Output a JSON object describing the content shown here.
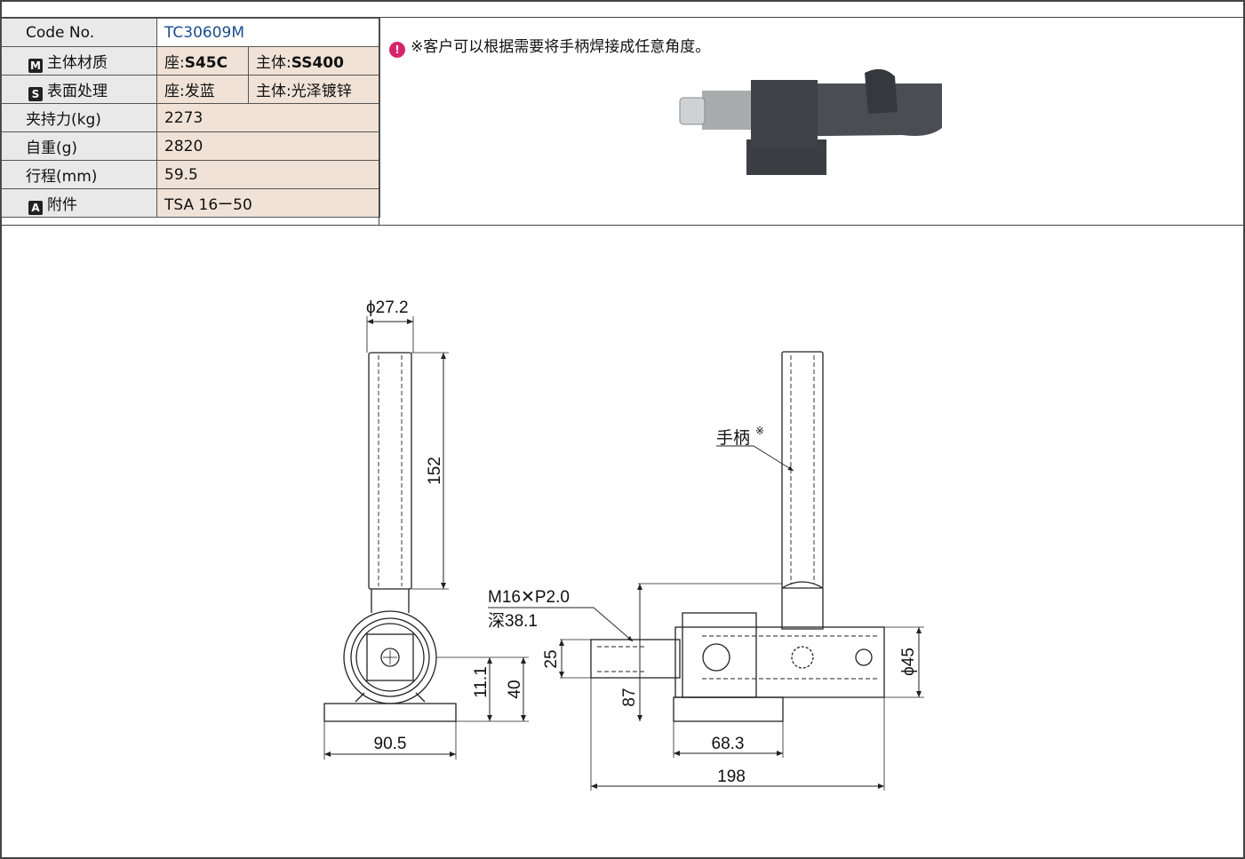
{
  "spec": {
    "code_label": "Code No.",
    "code_value": "TC30609M",
    "material": {
      "icon": "M",
      "label": "主体材质",
      "v1_prefix": "座:",
      "v1": "S45C",
      "v2_prefix": "主体:",
      "v2": "SS400"
    },
    "surface": {
      "icon": "S",
      "label": "表面处理",
      "v1": "座:发蓝",
      "v2": "主体:光泽镀锌"
    },
    "force": {
      "label": "夹持力(kg)",
      "value": "2273"
    },
    "weight": {
      "label": "自重(g)",
      "value": "2820"
    },
    "stroke": {
      "label": "行程(mm)",
      "value": "59.5"
    },
    "accessory": {
      "icon": "A",
      "label": "附件",
      "value": "TSA 16ー50"
    }
  },
  "note": {
    "bullet": "!",
    "text": "※客户可以根据需要将手柄焊接成任意角度。"
  },
  "drawing": {
    "dim_diameter_handle": "ϕ27.2",
    "dim_handle_length": "152",
    "dim_center_height": "11.1",
    "dim_height": "40",
    "dim_base_width": "90.5",
    "thread_spec": "M16✕P2.0",
    "thread_depth": "深38.1",
    "dim_rod_dia": "25",
    "dim_87": "87",
    "dim_diameter_body": "ϕ45",
    "dim_base_len": "68.3",
    "dim_total_len": "198",
    "handle_label": "手柄",
    "handle_mark": "※"
  },
  "colors": {
    "label_bg": "#e9e9e9",
    "value_bg": "#f0e2d6",
    "code_color": "#1a4d8c",
    "bullet": "#d6266b"
  }
}
